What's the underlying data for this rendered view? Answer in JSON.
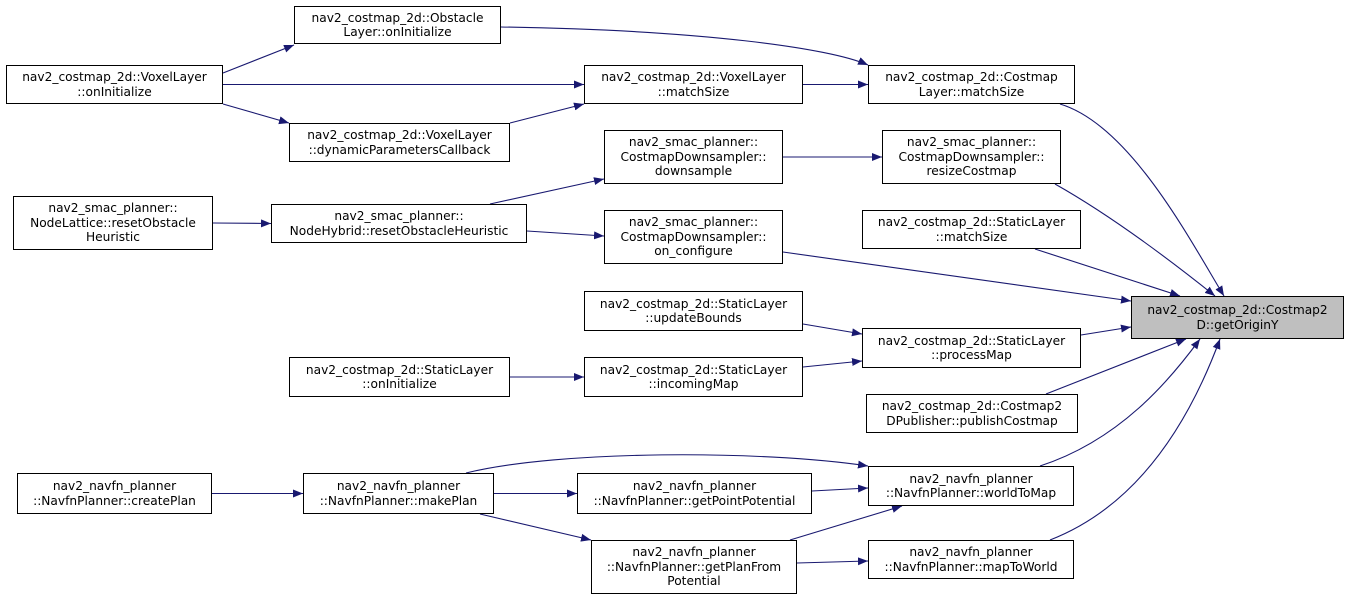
{
  "diagram": {
    "colors": {
      "edge": "#191970",
      "node_border": "#000000",
      "root_fill": "#bfbfbf",
      "node_fill": "#ffffff"
    },
    "nodes": [
      {
        "id": "root",
        "lines": [
          "nav2_costmap_2d::Costmap2",
          "D::getOriginY"
        ],
        "highlighted": true
      },
      {
        "id": "obstacle_oninit",
        "lines": [
          "nav2_costmap_2d::Obstacle",
          "Layer::onInitialize"
        ]
      },
      {
        "id": "voxel_oninit",
        "lines": [
          "nav2_costmap_2d::VoxelLayer",
          "::onInitialize"
        ]
      },
      {
        "id": "voxel_matchsize",
        "lines": [
          "nav2_costmap_2d::VoxelLayer",
          "::matchSize"
        ]
      },
      {
        "id": "costmaplayer_matchsize",
        "lines": [
          "nav2_costmap_2d::Costmap",
          "Layer::matchSize"
        ]
      },
      {
        "id": "voxel_dynparams",
        "lines": [
          "nav2_costmap_2d::VoxelLayer",
          "::dynamicParametersCallback"
        ]
      },
      {
        "id": "downsampler_downsample",
        "lines": [
          "nav2_smac_planner::",
          "CostmapDownsampler::",
          "downsample"
        ]
      },
      {
        "id": "downsampler_resize",
        "lines": [
          "nav2_smac_planner::",
          "CostmapDownsampler::",
          "resizeCostmap"
        ]
      },
      {
        "id": "lattice_reset",
        "lines": [
          "nav2_smac_planner::",
          "NodeLattice::resetObstacle",
          "Heuristic"
        ]
      },
      {
        "id": "hybrid_reset",
        "lines": [
          "nav2_smac_planner::",
          "NodeHybrid::resetObstacleHeuristic"
        ]
      },
      {
        "id": "static_matchsize",
        "lines": [
          "nav2_costmap_2d::StaticLayer",
          "::matchSize"
        ]
      },
      {
        "id": "downsampler_onconfig",
        "lines": [
          "nav2_smac_planner::",
          "CostmapDownsampler::",
          "on_configure"
        ]
      },
      {
        "id": "static_updatebounds",
        "lines": [
          "nav2_costmap_2d::StaticLayer",
          "::updateBounds"
        ]
      },
      {
        "id": "static_processmap",
        "lines": [
          "nav2_costmap_2d::StaticLayer",
          "::processMap"
        ]
      },
      {
        "id": "static_oninit",
        "lines": [
          "nav2_costmap_2d::StaticLayer",
          "::onInitialize"
        ]
      },
      {
        "id": "static_incomingmap",
        "lines": [
          "nav2_costmap_2d::StaticLayer",
          "::incomingMap"
        ]
      },
      {
        "id": "publisher_publish",
        "lines": [
          "nav2_costmap_2d::Costmap2",
          "DPublisher::publishCostmap"
        ]
      },
      {
        "id": "navfn_createplan",
        "lines": [
          "nav2_navfn_planner",
          "::NavfnPlanner::createPlan"
        ]
      },
      {
        "id": "navfn_makeplan",
        "lines": [
          "nav2_navfn_planner",
          "::NavfnPlanner::makePlan"
        ]
      },
      {
        "id": "navfn_getpointpotential",
        "lines": [
          "nav2_navfn_planner",
          "::NavfnPlanner::getPointPotential"
        ]
      },
      {
        "id": "navfn_worldtomap",
        "lines": [
          "nav2_navfn_planner",
          "::NavfnPlanner::worldToMap"
        ]
      },
      {
        "id": "navfn_getplanfrompotential",
        "lines": [
          "nav2_navfn_planner",
          "::NavfnPlanner::getPlanFrom",
          "Potential"
        ]
      },
      {
        "id": "navfn_maptoworld",
        "lines": [
          "nav2_navfn_planner",
          "::NavfnPlanner::mapToWorld"
        ]
      }
    ],
    "edges": [
      {
        "from": "voxel_oninit",
        "to": "obstacle_oninit"
      },
      {
        "from": "voxel_oninit",
        "to": "voxel_matchsize"
      },
      {
        "from": "voxel_oninit",
        "to": "voxel_dynparams"
      },
      {
        "from": "voxel_dynparams",
        "to": "voxel_matchsize"
      },
      {
        "from": "obstacle_oninit",
        "to": "costmaplayer_matchsize"
      },
      {
        "from": "voxel_matchsize",
        "to": "costmaplayer_matchsize"
      },
      {
        "from": "costmaplayer_matchsize",
        "to": "root"
      },
      {
        "from": "lattice_reset",
        "to": "hybrid_reset"
      },
      {
        "from": "hybrid_reset",
        "to": "downsampler_downsample"
      },
      {
        "from": "hybrid_reset",
        "to": "downsampler_onconfig"
      },
      {
        "from": "downsampler_downsample",
        "to": "downsampler_resize"
      },
      {
        "from": "downsampler_resize",
        "to": "root"
      },
      {
        "from": "static_matchsize",
        "to": "root"
      },
      {
        "from": "downsampler_onconfig",
        "to": "root"
      },
      {
        "from": "static_updatebounds",
        "to": "static_processmap"
      },
      {
        "from": "static_oninit",
        "to": "static_incomingmap"
      },
      {
        "from": "static_incomingmap",
        "to": "static_processmap"
      },
      {
        "from": "static_processmap",
        "to": "root"
      },
      {
        "from": "publisher_publish",
        "to": "root"
      },
      {
        "from": "navfn_createplan",
        "to": "navfn_makeplan"
      },
      {
        "from": "navfn_makeplan",
        "to": "navfn_worldtomap"
      },
      {
        "from": "navfn_makeplan",
        "to": "navfn_getpointpotential"
      },
      {
        "from": "navfn_makeplan",
        "to": "navfn_getplanfrompotential"
      },
      {
        "from": "navfn_getpointpotential",
        "to": "navfn_worldtomap"
      },
      {
        "from": "navfn_getplanfrompotential",
        "to": "navfn_worldtomap"
      },
      {
        "from": "navfn_getplanfrompotential",
        "to": "navfn_maptoworld"
      },
      {
        "from": "navfn_worldtomap",
        "to": "root"
      },
      {
        "from": "navfn_maptoworld",
        "to": "root"
      }
    ]
  }
}
